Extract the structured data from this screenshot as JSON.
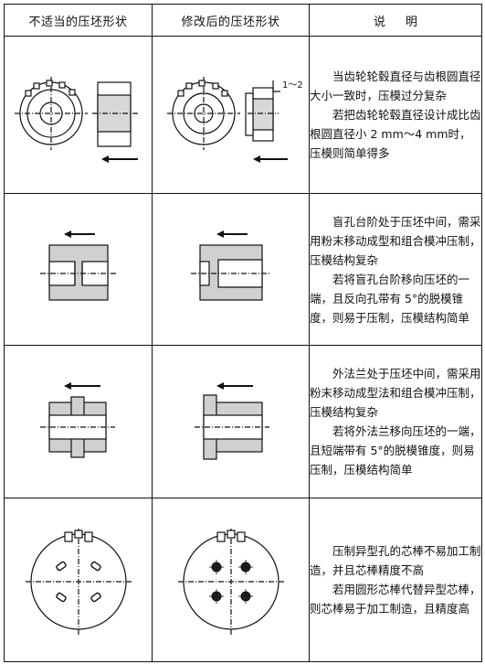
{
  "table": {
    "headers": [
      "不适当的压坯形状",
      "修改后的压坯形状",
      "说明"
    ],
    "rows": [
      {
        "paragraphs": [
          "当齿轮轮毂直径与齿根圆直径大小一致时，压模过分复杂",
          "若把齿轮轮毂直径设计成比齿根圆直径小 2 mm～4 mm时，压模则简单得多"
        ],
        "dim_label": "1～2"
      },
      {
        "paragraphs": [
          "盲孔台阶处于压坯中间，需采用粉末移动成型和组合模冲压制，压模结构复杂",
          "若将盲孔台阶移向压坯的一端，且反向孔带有 5°的脱模锥度，则易于压制，压模结构简单"
        ]
      },
      {
        "paragraphs": [
          "外法兰处于压坯中间，需采用粉末移动成型法和组合模冲压制，压模结构复杂",
          "若将外法兰移向压坯的一端，且短端带有 5°的脱模锥度，则易压制，压模结构简单"
        ]
      },
      {
        "paragraphs": [
          "压制异型孔的芯棒不易加工制造，并且芯棒精度不高",
          "若用圆形芯棒代替异型芯棒，则芯棒易于加工制造，且精度高"
        ]
      }
    ]
  },
  "colors": {
    "line": "#111111",
    "hatch": "#555555",
    "background": "#ffffff"
  }
}
